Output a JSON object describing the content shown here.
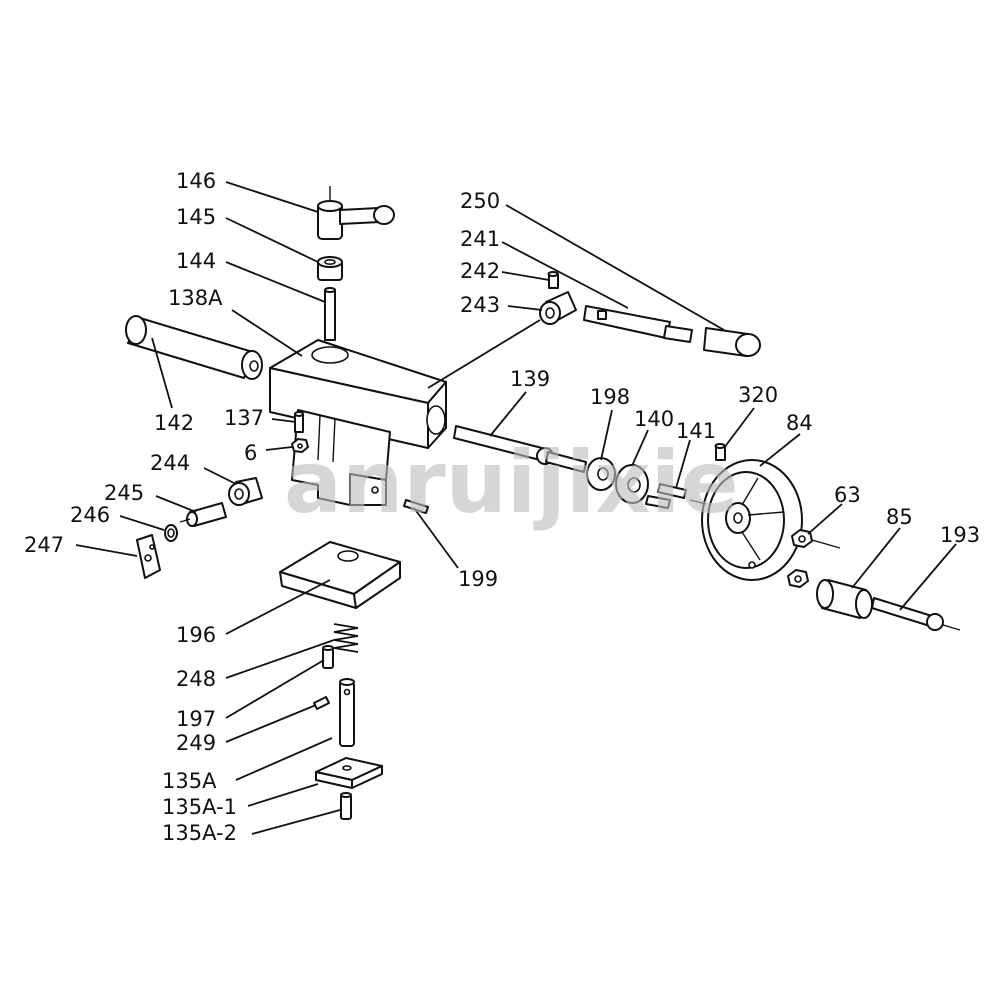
{
  "labels": {
    "l146": "146",
    "l145": "145",
    "l144": "144",
    "l138A": "138A",
    "l142": "142",
    "l137": "137",
    "l6": "6",
    "l244": "244",
    "l245": "245",
    "l246": "246",
    "l247": "247",
    "l250": "250",
    "l241": "241",
    "l242": "242",
    "l243": "243",
    "l139": "139",
    "l198": "198",
    "l140": "140",
    "l141": "141",
    "l320": "320",
    "l84": "84",
    "l63": "63",
    "l85": "85",
    "l193": "193",
    "l199": "199",
    "l196": "196",
    "l248": "248",
    "l197": "197",
    "l249": "249",
    "l135A": "135A",
    "l135A1": "135A-1",
    "l135A2": "135A-2"
  },
  "watermark": "anruijixie"
}
